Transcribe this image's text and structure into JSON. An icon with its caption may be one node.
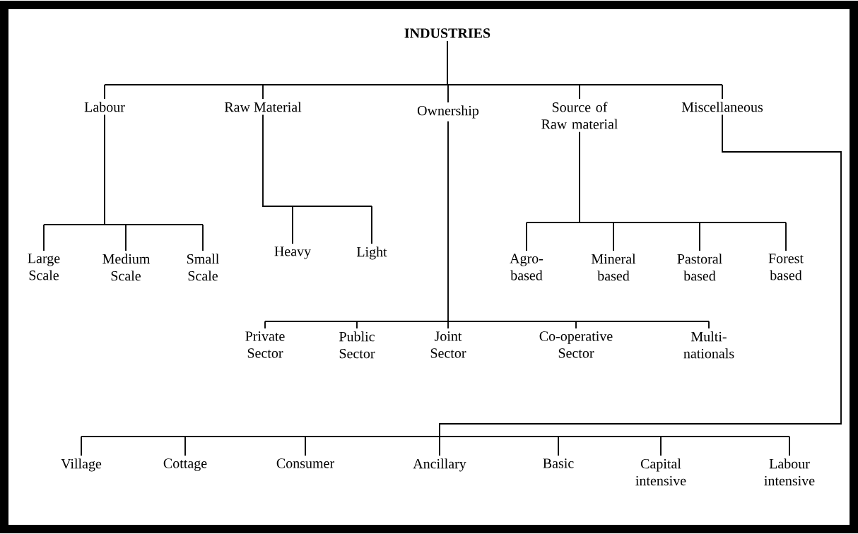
{
  "diagram": {
    "nodes": [
      {
        "text": [
          "INDUSTRIES"
        ]
      },
      {
        "text": [
          "Labour"
        ]
      },
      {
        "text": [
          "Raw Material"
        ]
      },
      {
        "text": [
          "Ownership"
        ]
      },
      {
        "text": [
          "Source of Raw material"
        ]
      },
      {
        "text": [
          "Miscellaneous"
        ]
      },
      {
        "text": [
          "Large Scale"
        ]
      },
      {
        "text": [
          "Medium Scale"
        ]
      },
      {
        "text": [
          "Small Scale"
        ]
      },
      {
        "text": [
          "Heavy"
        ]
      },
      {
        "text": [
          "Light"
        ]
      },
      {
        "text": [
          "Agro- based"
        ]
      },
      {
        "text": [
          "Mineral based"
        ]
      },
      {
        "text": [
          "Pastoral based"
        ]
      },
      {
        "text": [
          "Forest based"
        ]
      },
      {
        "text": [
          "Private Sector"
        ]
      },
      {
        "text": [
          "Public Sector"
        ]
      },
      {
        "text": [
          "Joint Sector"
        ]
      },
      {
        "text": [
          "Co-operative Sector"
        ]
      },
      {
        "text": [
          "Multi- nationals"
        ]
      },
      {
        "text": [
          "Village"
        ]
      },
      {
        "text": [
          "Cottage"
        ]
      },
      {
        "text": [
          "Consumer"
        ]
      },
      {
        "text": [
          "Ancillary"
        ]
      },
      {
        "text": [
          "Basic"
        ]
      },
      {
        "text": [
          "Capital intensive"
        ]
      },
      {
        "text": [
          "Labour intensive"
        ]
      }
    ],
    "edges": [
      {
        "from": 0,
        "to": 1,
        "arrow": "none"
      },
      {
        "from": 0,
        "to": 2,
        "arrow": "none"
      },
      {
        "from": 0,
        "to": 3,
        "arrow": "none"
      },
      {
        "from": 0,
        "to": 4,
        "arrow": "none"
      },
      {
        "from": 0,
        "to": 5,
        "arrow": "none"
      },
      {
        "from": 1,
        "to": 6,
        "arrow": "none"
      },
      {
        "from": 1,
        "to": 7,
        "arrow": "none"
      },
      {
        "from": 1,
        "to": 8,
        "arrow": "none"
      },
      {
        "from": 2,
        "to": 9,
        "arrow": "none"
      },
      {
        "from": 2,
        "to": 10,
        "arrow": "none"
      },
      {
        "from": 4,
        "to": 11,
        "arrow": "none"
      },
      {
        "from": 4,
        "to": 12,
        "arrow": "none"
      },
      {
        "from": 4,
        "to": 13,
        "arrow": "none"
      },
      {
        "from": 4,
        "to": 14,
        "arrow": "none"
      },
      {
        "from": 3,
        "to": 15,
        "arrow": "none"
      },
      {
        "from": 3,
        "to": 16,
        "arrow": "none"
      },
      {
        "from": 3,
        "to": 17,
        "arrow": "none"
      },
      {
        "from": 3,
        "to": 18,
        "arrow": "none"
      },
      {
        "from": 3,
        "to": 19,
        "arrow": "none"
      },
      {
        "from": 5,
        "to": 20,
        "arrow": "none"
      },
      {
        "from": 5,
        "to": 21,
        "arrow": "none"
      },
      {
        "from": 5,
        "to": 22,
        "arrow": "none"
      },
      {
        "from": 5,
        "to": 23,
        "arrow": "none"
      },
      {
        "from": 5,
        "to": 24,
        "arrow": "none"
      },
      {
        "from": 5,
        "to": 25,
        "arrow": "none"
      },
      {
        "from": 5,
        "to": 26,
        "arrow": "none"
      }
    ]
  }
}
